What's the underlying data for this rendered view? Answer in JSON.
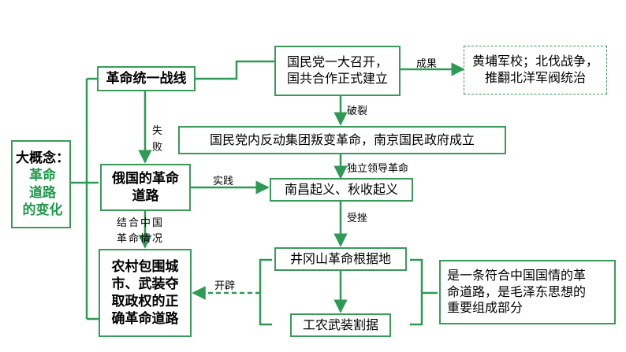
{
  "concept": {
    "title": "大概念：",
    "line1": "革命",
    "line2": "道路",
    "line3": "的变化"
  },
  "nodes": {
    "united_front": "革命统一战线",
    "kmt_line1": "国民党一大召开，",
    "kmt_line2": "国共合作正式建立",
    "result_line1": "黄埔军校；北伐战争，",
    "result_line2": "推翻北洋军阀统治",
    "betrayal": "国民党内反动集团叛变革命，南京国民政府成立",
    "russia_line1": "俄国的革命",
    "russia_line2": "道路",
    "uprising": "南昌起义、秋收起义",
    "jinggang": "井冈山革命根据地",
    "armed_split": "工农武装割据",
    "rural_line1": "农村包围城",
    "rural_line2": "市、武装夺",
    "rural_line3": "取政权的正",
    "rural_line4": "确革命道路",
    "note_line1": "是一条符合中国国情的革",
    "note_line2": "命道路，是毛泽东思想的",
    "note_line3": "重要组成部分"
  },
  "edges": {
    "result": "成果",
    "break": "破裂",
    "fail_1": "失",
    "fail_2": "败",
    "independent": "独立领导革命",
    "practice": "实践",
    "setback": "受挫",
    "combine_1": "结合中国",
    "combine_2": "革命情况",
    "pioneer": "开辟"
  },
  "colors": {
    "border": "#3a9a5a",
    "arrow": "#2e9a55",
    "accent_text": "#1e9a4a"
  }
}
